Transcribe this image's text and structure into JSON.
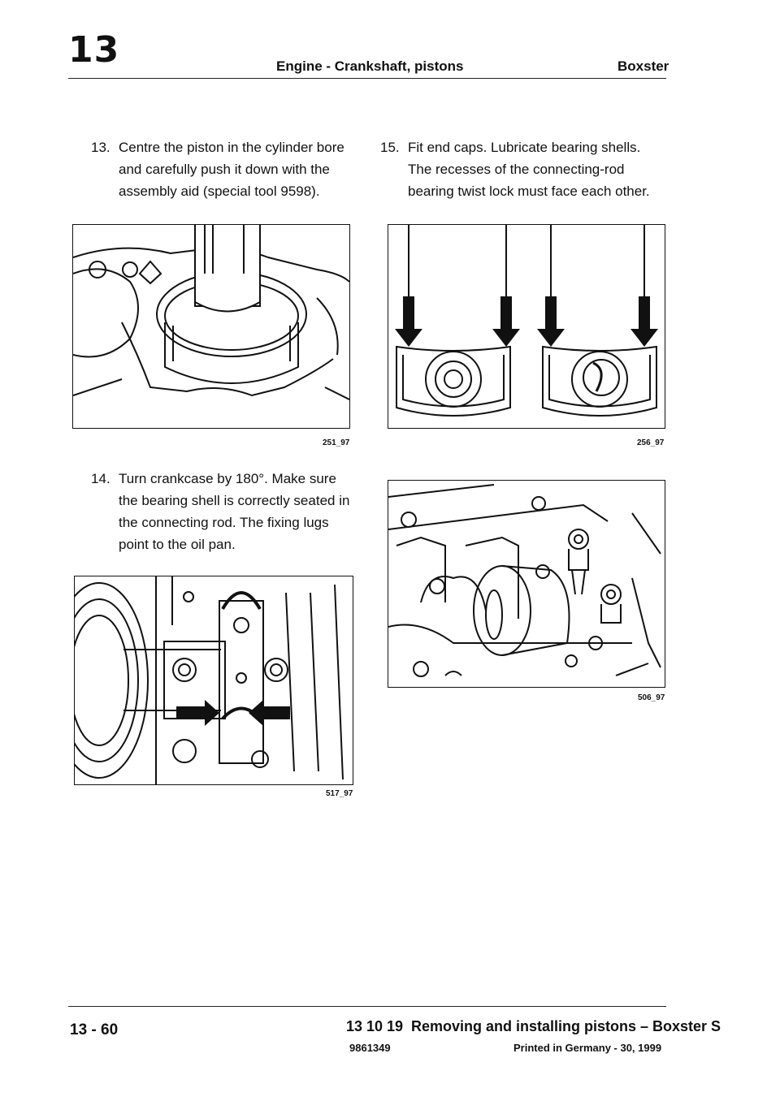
{
  "header": {
    "chapter": "13",
    "title": "Engine - Crankshaft, pistons",
    "model": "Boxster"
  },
  "steps": [
    {
      "number": "13.",
      "text": "Centre the piston in the cylinder bore and carefully push it down with the assembly aid (special tool 9598)."
    },
    {
      "number": "14.",
      "text": "Turn crankcase by 180°. Make sure the bearing shell is correctly seated in the connecting rod. The fixing lugs point to the oil pan."
    },
    {
      "number": "15.",
      "text": "Fit end caps. Lubricate bearing shells. The recesses of the connecting-rod bearing twist lock must face each other."
    }
  ],
  "figures": [
    {
      "caption": "251_97"
    },
    {
      "caption": "517_97"
    },
    {
      "caption": "256_97"
    },
    {
      "caption": "506_97"
    }
  ],
  "footer": {
    "page": "13 - 60",
    "section_code": "13 10 19",
    "section_title": "Removing and installing pistons – Boxster S",
    "part_number": "9861349",
    "printed": "Printed in Germany - 30, 1999"
  }
}
